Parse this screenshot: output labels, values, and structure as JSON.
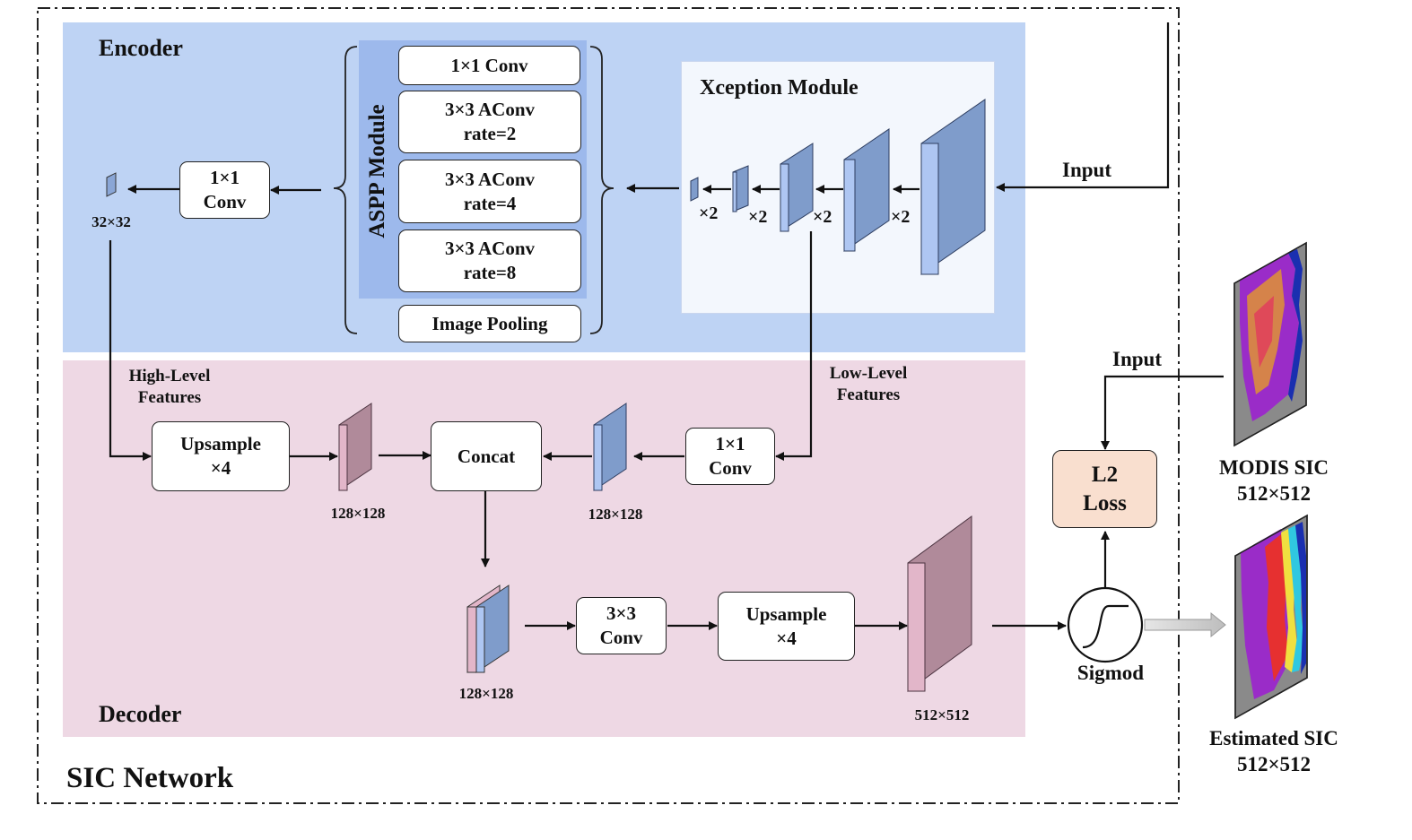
{
  "network_title": "SIC Network",
  "encoder": {
    "title": "Encoder",
    "aspp_title": "ASPP Module",
    "aspp_branches": [
      "1×1 Conv",
      "3×3 AConv\nrate=2",
      "3×3 AConv\nrate=4",
      "3×3 AConv\nrate=8",
      "Image Pooling"
    ],
    "conv_label": "1×1\nConv",
    "output_size": "32×32",
    "xception_title": "Xception Module",
    "xception_repeat": [
      "×2",
      "×2",
      "×2",
      "×2"
    ],
    "input_label": "Input"
  },
  "decoder": {
    "title": "Decoder",
    "high_level_label": "High-Level\nFeatures",
    "low_level_label": "Low-Level\nFeatures",
    "upsample1_label": "Upsample\n×4",
    "concat_label": "Concat",
    "conv_low_label": "1×1\nConv",
    "conv33_label": "3×3\nConv",
    "upsample2_label": "Upsample\n×4",
    "size_high": "128×128",
    "size_low": "128×128",
    "size_concat": "128×128",
    "size_out": "512×512"
  },
  "loss": {
    "label": "L2\nLoss",
    "input_label": "Input",
    "sigmoid_label": "Sigmod"
  },
  "images": {
    "modis_label": "MODIS SIC\n512×512",
    "estimated_label": "Estimated SIC\n512×512"
  },
  "colors": {
    "encoder_bg": "#bed3f4",
    "decoder_bg": "#eed8e4",
    "blue_block": "#7f9ccb",
    "pink_block": "#b08a9a",
    "loss_fill": "#f9dfcf"
  }
}
